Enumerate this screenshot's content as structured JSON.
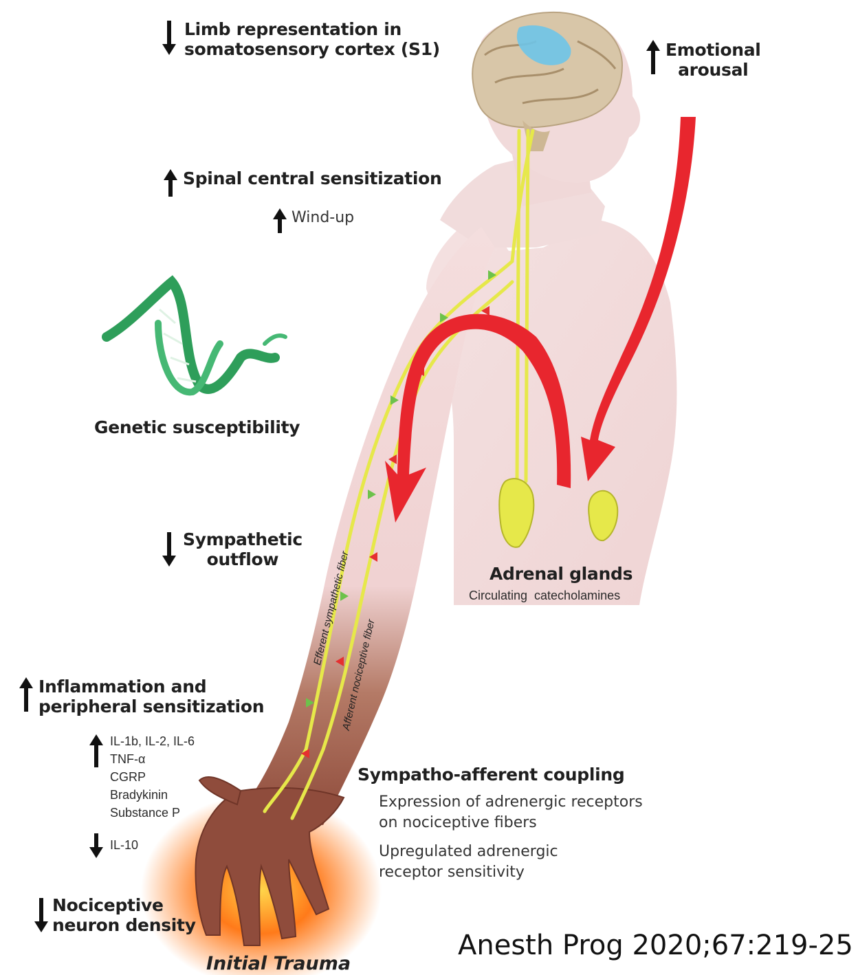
{
  "labels": {
    "limb_line1": "Limb representation in",
    "limb_line2": "somatosensory cortex (S1)",
    "emotional_line1": "Emotional",
    "emotional_line2": "arousal",
    "spinal": "Spinal central sensitization",
    "windup": "Wind-up",
    "genetic": "Genetic susceptibility",
    "sympathetic_line1": "Sympathetic",
    "sympathetic_line2": "outflow",
    "adrenal": "Adrenal glands",
    "catecholamines": "Circulating  catecholamines",
    "efferent_fiber": "Efferent sympathetic fiber",
    "afferent_fiber": "Afferent nociceptive fiber",
    "inflammation_line1": "Inflammation and",
    "inflammation_line2": "peripheral sensitization",
    "mediators_up": [
      "IL-1b, IL-2, IL-6",
      "TNF-α",
      "CGRP",
      "Bradykinin",
      "Substance P"
    ],
    "mediator_down": "IL-10",
    "coupling_title": "Sympatho-afferent coupling",
    "coupling_1_line1": "Expression of adrenergic receptors",
    "coupling_1_line2": "on nociceptive fibers",
    "coupling_2_line1": "Upregulated adrenergic",
    "coupling_2_line2": "receptor sensitivity",
    "nociceptive_line1": "Nociceptive",
    "nociceptive_line2": "neuron density",
    "initial_trauma": "Initial Trauma",
    "citation": "Anesth Prog 2020;67:219-25"
  },
  "colors": {
    "skin": "#f3dada",
    "brain": "#d8c6a8",
    "cortex_highlight": "#6ec4e8",
    "fiber": "#e6e84a",
    "efferent_marker": "#6dc24b",
    "afferent_marker": "#e53030",
    "red_arrow": "#e8262e",
    "dna": "#2e9e5a",
    "trauma_glow": "#ff7a1a"
  }
}
